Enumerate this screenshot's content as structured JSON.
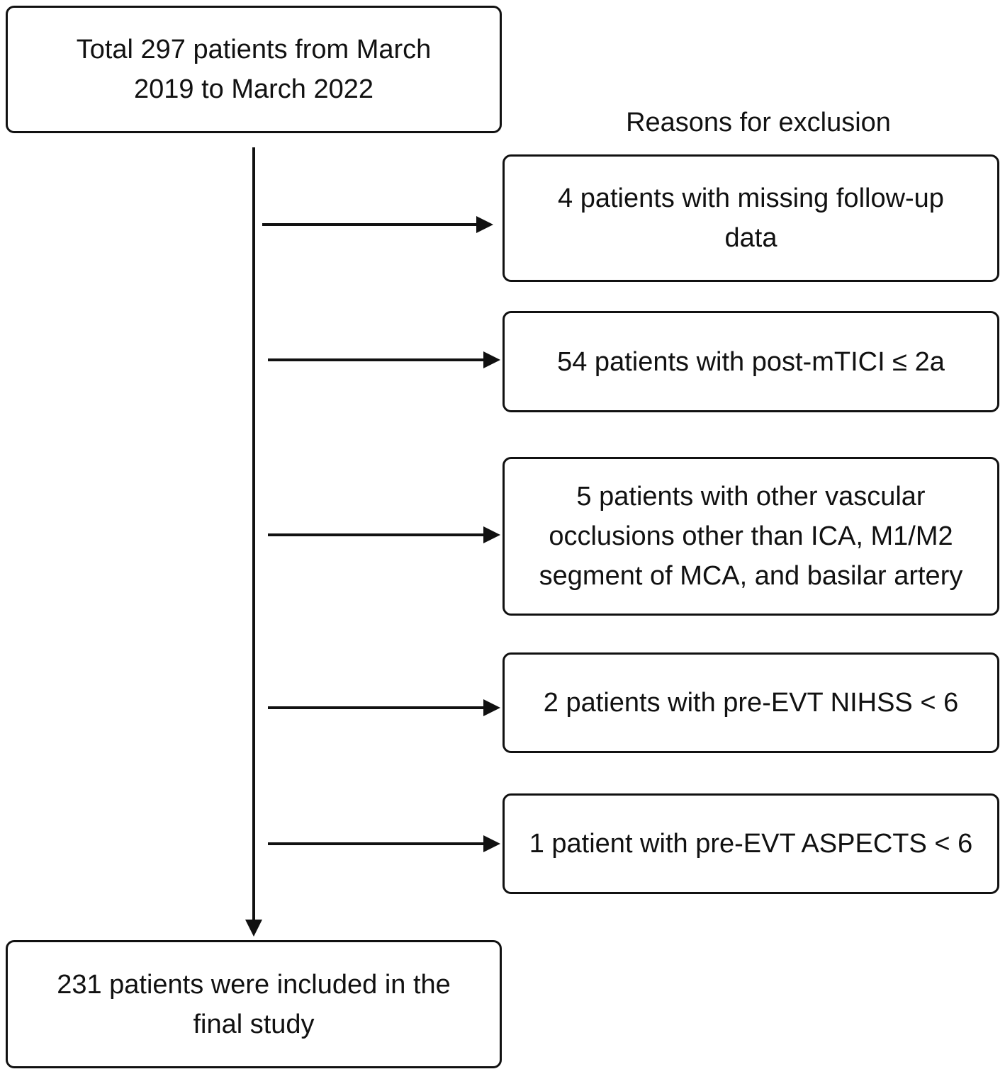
{
  "flowchart": {
    "start": {
      "text": "Total 297 patients from March 2019 to March 2022"
    },
    "exclusion_header": "Reasons for exclusion",
    "exclusions": [
      {
        "text": "4 patients with missing follow-up data"
      },
      {
        "text": "54 patients with post-mTICI ≤ 2a"
      },
      {
        "text": "5 patients with other vascular occlusions other than ICA, M1/M2 segment of MCA, and basilar artery"
      },
      {
        "text": "2 patients with pre-EVT NIHSS < 6"
      },
      {
        "text": "1 patient with pre-EVT ASPECTS < 6"
      }
    ],
    "end": {
      "text": "231 patients were included in the final study"
    }
  },
  "colors": {
    "stroke": "#111111",
    "background": "#ffffff"
  }
}
